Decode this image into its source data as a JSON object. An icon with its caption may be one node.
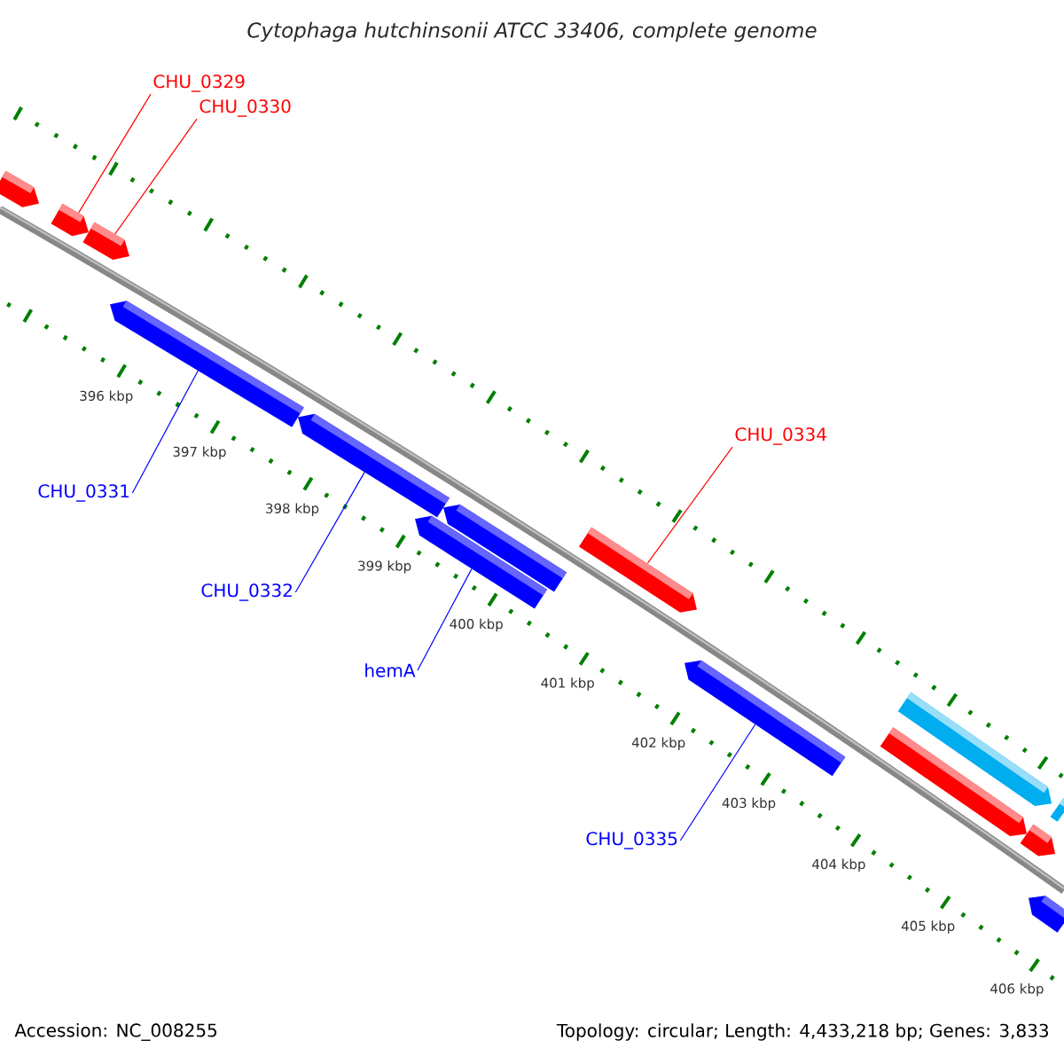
{
  "diagram": {
    "title": "Cytophaga hutchinsonii ATCC 33406, complete genome",
    "nodes": [
      {
        "text": [
          "CHU_0329"
        ]
      },
      {
        "text": [
          "CHU_0330"
        ]
      },
      {
        "text": [],
        "shape": "arrow"
      },
      {
        "text": [],
        "shape": "arrow"
      },
      {
        "text": [],
        "shape": "arrow"
      },
      {
        "text": [
          "CHU_0334"
        ]
      },
      {
        "text": [],
        "shape": "arrow"
      },
      {
        "text": [
          "CHU_0331"
        ]
      },
      {
        "text": [],
        "shape": "arrow"
      },
      {
        "text": [],
        "shape": "arrow"
      },
      {
        "text": [
          "CHU_0332"
        ]
      },
      {
        "text": [
          "hemA"
        ]
      },
      {
        "text": [],
        "shape": "arrow"
      },
      {
        "text": [
          "CHU_0335"
        ]
      },
      {
        "text": [],
        "shape": "arrow"
      },
      {
        "text": [],
        "shape": "arrow"
      },
      {
        "text": [],
        "shape": "arrow"
      },
      {
        "text": [],
        "shape": "arrow"
      },
      {
        "text": [],
        "shape": "arrow"
      },
      {
        "text": [],
        "shape": "arrow"
      },
      {
        "text": [],
        "shape": "arrow"
      }
    ],
    "edges": [
      {
        "from": 0,
        "to": 2,
        "arrow": "none",
        "color": "#ff0000"
      },
      {
        "from": 1,
        "to": 3,
        "arrow": "none",
        "color": "#ff0000"
      },
      {
        "from": 5,
        "to": 9,
        "arrow": "none",
        "color": "#ff0000"
      },
      {
        "from": 7,
        "to": 4,
        "arrow": "none"
      },
      {
        "from": 10,
        "to": 6,
        "arrow": "none"
      },
      {
        "from": 11,
        "to": 8,
        "arrow": "none"
      },
      {
        "from": 13,
        "to": 12,
        "arrow": "none"
      }
    ],
    "labels": [
      "396 kbp",
      "397 kbp",
      "398 kbp",
      "399 kbp",
      "400 kbp",
      "401 kbp",
      "402 kbp",
      "403 kbp",
      "404 kbp",
      "405 kbp",
      "406 kbp",
      "Accession: NC_008255",
      "Topology: circular; Length: 4,433,218 bp; Genes: 3,833"
    ]
  }
}
